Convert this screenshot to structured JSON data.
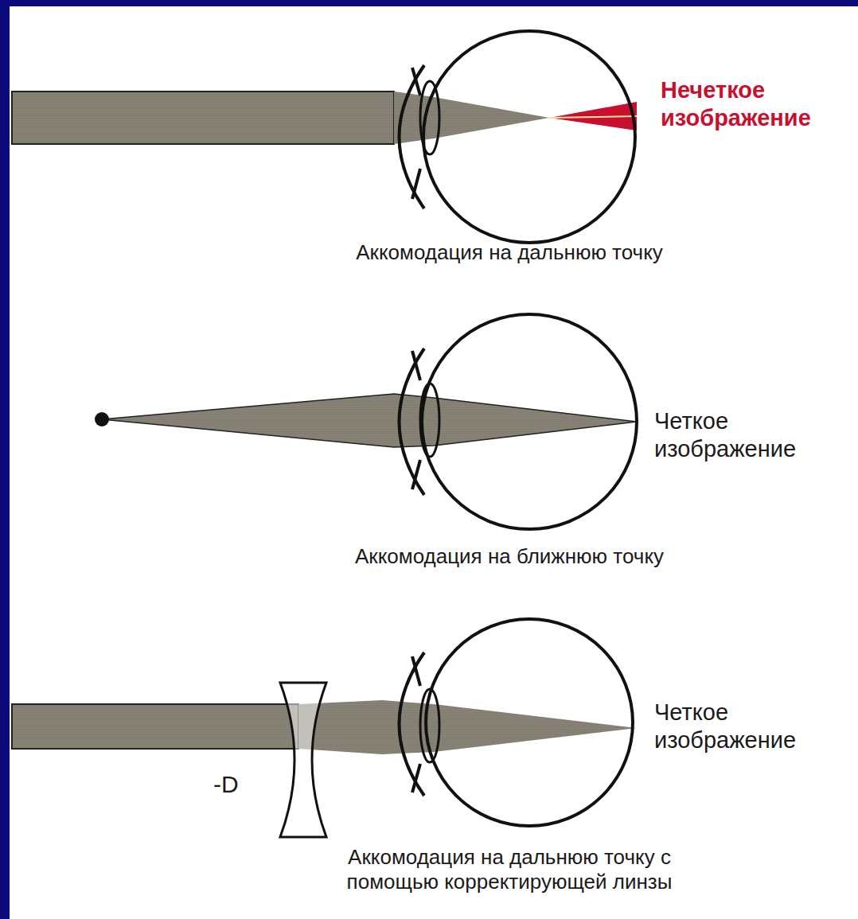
{
  "diagram": {
    "labels": [
      "Нечеткое изображение",
      "Аккомодация на дальнюю точку",
      "Четкое изображение",
      "Аккомодация на ближнюю точку",
      "Четкое изображение",
      "-D",
      "Аккомодация на дальнюю точку с помощью корректирующей линзы"
    ]
  }
}
